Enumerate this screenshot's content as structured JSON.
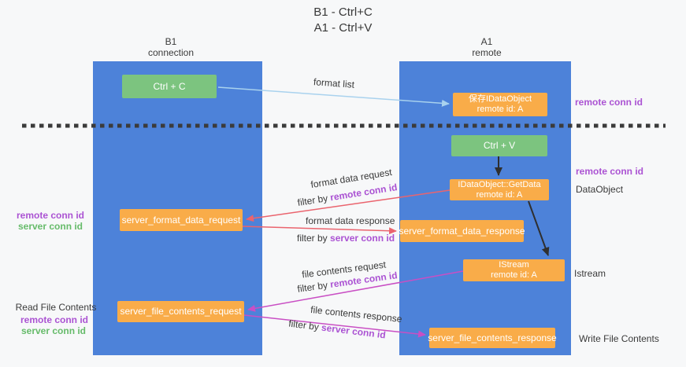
{
  "title": {
    "line1": "B1 - Ctrl+C",
    "line2": "A1 - Ctrl+V"
  },
  "lanes": {
    "left": {
      "name": "B1",
      "sub": "connection"
    },
    "right": {
      "name": "A1",
      "sub": "remote"
    }
  },
  "boxes": {
    "ctrl_c": "Ctrl + C",
    "ctrl_v": "Ctrl + V",
    "save_idataobject": {
      "line1": "保存IDataObject",
      "line2": "remote id: A"
    },
    "getdata": {
      "line1": "IDataObject::GetData",
      "line2": "remote id: A"
    },
    "istream": {
      "line1": "IStream",
      "line2": "remote id: A"
    },
    "format_request": "server_format_data_request",
    "format_response": "server_format_data_response",
    "file_request": "server_file_contents_request",
    "file_response": "server_file_contents_response"
  },
  "mid": {
    "format_list": "format list",
    "format_data_request": "format data request",
    "filter_by_1": "filter by ",
    "remote_conn_id_1": "remote conn id",
    "format_data_response": "format data response",
    "filter_by_2": "filter by ",
    "server_conn_id_2": "server conn id",
    "file_contents_request": "file contents request",
    "filter_by_3": "filter by ",
    "remote_conn_id_3": "remote conn id",
    "file_contents_response": "file contents response",
    "filter_by_4": "filter by ",
    "server_conn_id_4": "server conn id"
  },
  "right_labels": {
    "remote_conn_id_top": "remote conn id",
    "remote_conn_id_mid": "remote conn id",
    "dataobject": "DataObject",
    "istream": "Istream",
    "write_file_contents": "Write File Contents"
  },
  "left_labels": {
    "remote_conn_id_1": "remote conn id",
    "server_conn_id_1": "server conn id",
    "read_file_contents": "Read File Contents",
    "remote_conn_id_2": "remote conn id",
    "server_conn_id_2": "server conn id"
  },
  "colors": {
    "lane_blue": "#4d82d9",
    "box_orange": "#f9ac49",
    "box_green": "#7cc47f",
    "arrow_light_blue": "#a9d2ee",
    "arrow_red": "#ea646e",
    "arrow_magenta": "#c94fc4",
    "arrow_black": "#2f2f2f",
    "text_purple": "#ab53d3",
    "text_green": "#66bb6a",
    "background": "#f7f8f9"
  }
}
